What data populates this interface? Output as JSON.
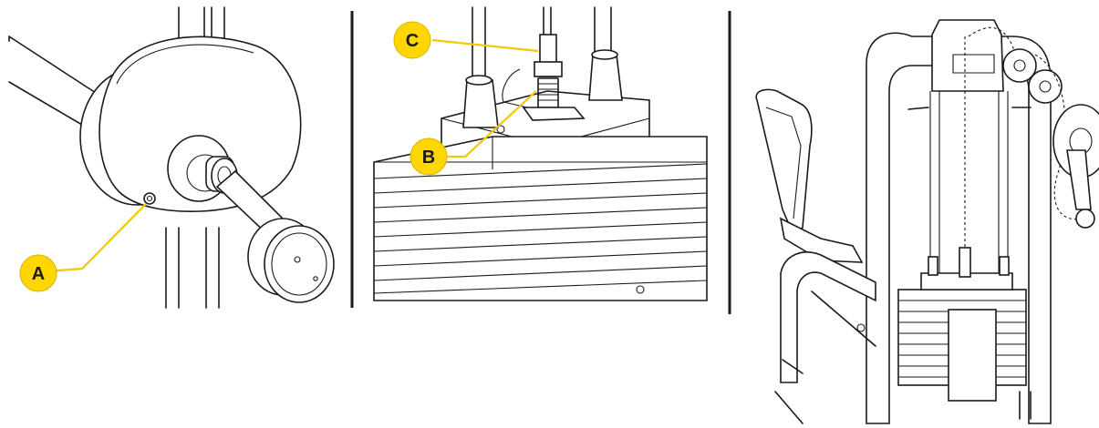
{
  "callouts": {
    "a": {
      "label": "A",
      "color": "#ffd600"
    },
    "b": {
      "label": "B",
      "color": "#ffd600"
    },
    "c": {
      "label": "C",
      "color": "#ffd600"
    }
  },
  "panels": [
    {
      "name": "pedal-cam-detail"
    },
    {
      "name": "weight-stack-detail"
    },
    {
      "name": "machine-overview"
    }
  ],
  "colors": {
    "line": "#1a1a1a",
    "callout": "#ffd600",
    "background": "#ffffff"
  }
}
